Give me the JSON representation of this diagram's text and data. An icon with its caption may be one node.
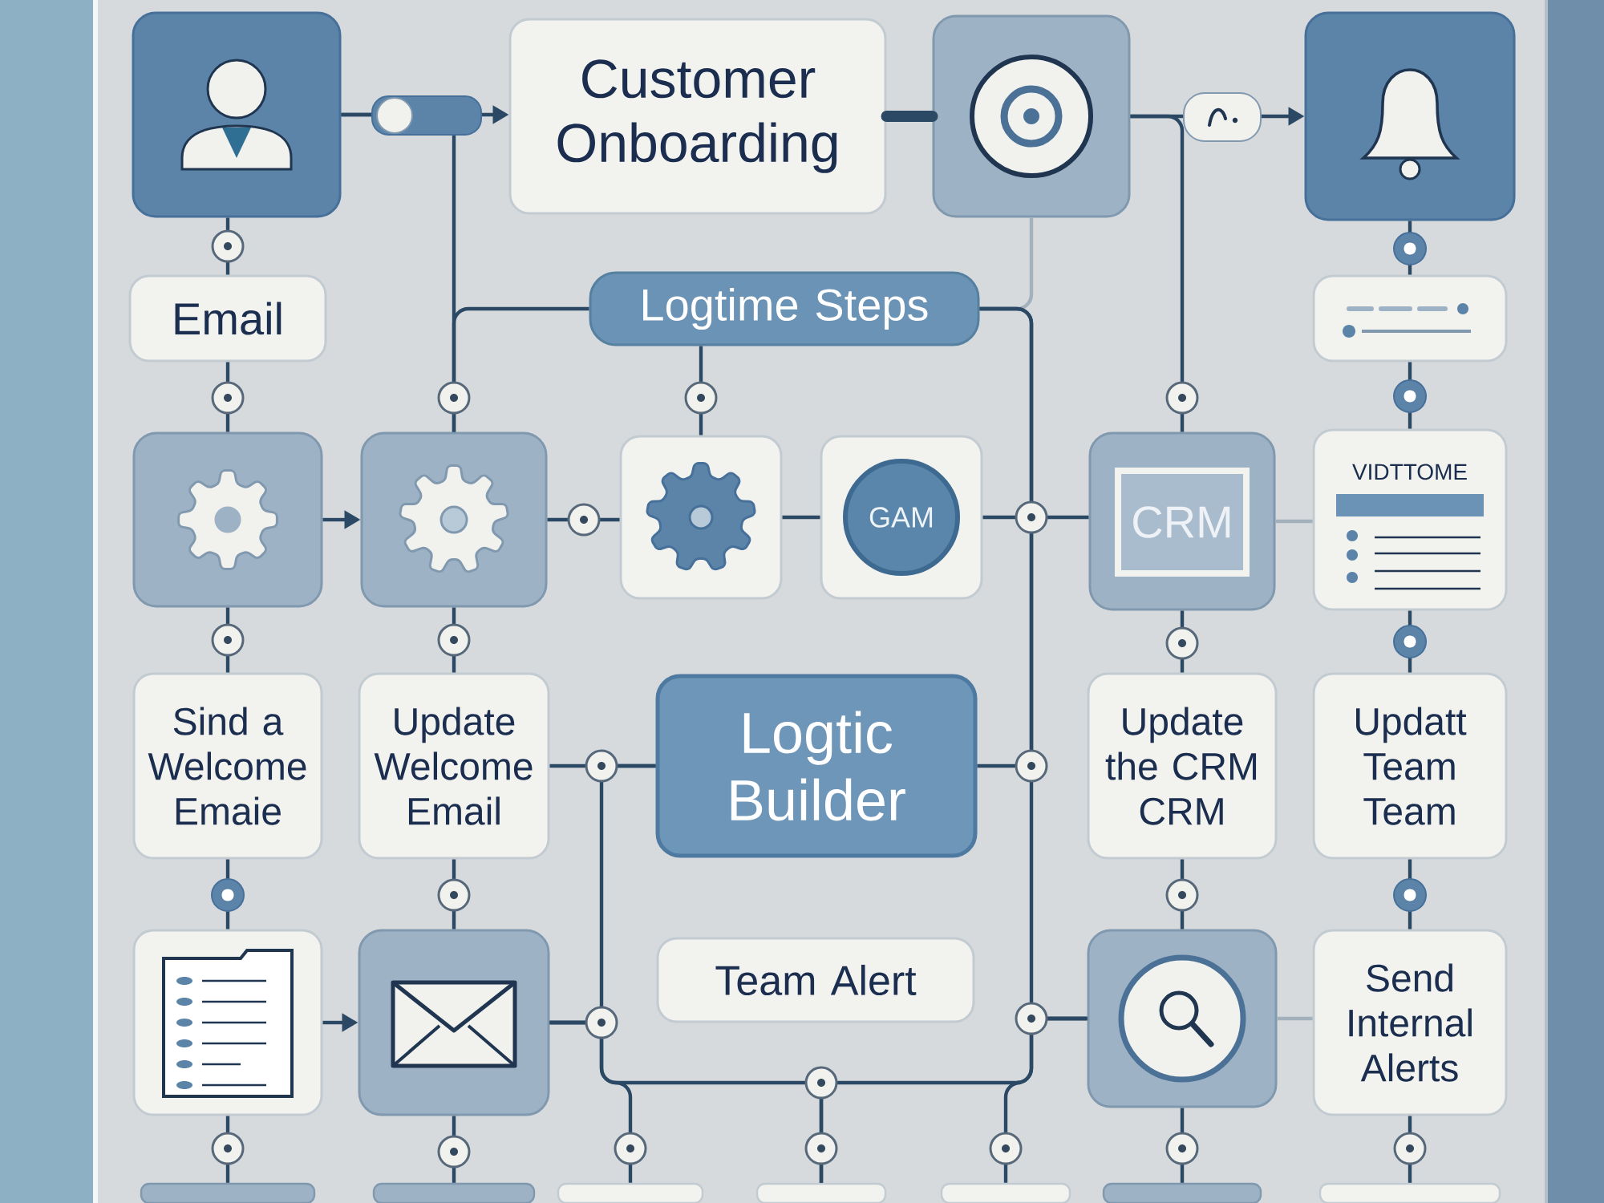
{
  "diagram": {
    "nodes": [
      {
        "text": [],
        "shape": "box"
      },
      {
        "text": [
          "Customer Onboarding"
        ]
      },
      {
        "text": [],
        "shape": "box"
      },
      {
        "text": [],
        "shape": "box"
      },
      {
        "text": [
          "Email"
        ]
      },
      {
        "text": [
          "Logtime Steps"
        ]
      },
      {
        "text": [],
        "shape": "box"
      },
      {
        "text": [],
        "shape": "box"
      },
      {
        "text": [],
        "shape": "box"
      },
      {
        "text": [],
        "shape": "box"
      },
      {
        "text": [],
        "shape": "box"
      },
      {
        "text": [
          "GAM"
        ],
        "in": 10
      },
      {
        "text": [],
        "shape": "box"
      },
      {
        "text": [
          "CRM"
        ],
        "in": 12
      },
      {
        "text": [
          "VIDTTOME"
        ]
      },
      {
        "text": [
          "Sind a Welcome Emaie"
        ]
      },
      {
        "text": [
          "Update Welcome Email"
        ]
      },
      {
        "text": [
          "Logtic Builder"
        ]
      },
      {
        "text": [
          "Update the CRM CRM"
        ]
      },
      {
        "text": [
          "Updatt Team Team"
        ]
      },
      {
        "text": [],
        "shape": "box"
      },
      {
        "text": [],
        "shape": "box"
      },
      {
        "text": [
          "Team Alert"
        ]
      },
      {
        "text": [],
        "shape": "box"
      },
      {
        "text": [
          "Send Internal Alerts"
        ]
      },
      {
        "text": [],
        "shape": "box"
      },
      {
        "text": [],
        "shape": "box"
      },
      {
        "text": [],
        "shape": "box"
      },
      {
        "text": [],
        "shape": "box"
      },
      {
        "text": [],
        "shape": "box"
      },
      {
        "text": [],
        "shape": "box"
      },
      {
        "text": [],
        "shape": "box"
      }
    ],
    "edges": [
      {
        "from": 0,
        "to": 1,
        "arrow": "to"
      },
      {
        "from": 1,
        "to": 2,
        "arrow": "none",
        "style": "thick"
      },
      {
        "from": 2,
        "to": 3,
        "arrow": "to"
      },
      {
        "from": 0,
        "to": 4,
        "arrow": "none"
      },
      {
        "from": 3,
        "to": 6,
        "arrow": "none"
      },
      {
        "from": 0,
        "to": 8,
        "arrow": "none"
      },
      {
        "from": 5,
        "to": 8,
        "arrow": "none"
      },
      {
        "from": 5,
        "to": 9,
        "arrow": "none"
      },
      {
        "from": 2,
        "to": 12,
        "arrow": "none"
      },
      {
        "from": 2,
        "to": 5,
        "arrow": "none",
        "color": "#a3b1bd"
      },
      {
        "from": 4,
        "to": 7,
        "arrow": "none"
      },
      {
        "from": 6,
        "to": 14,
        "arrow": "none"
      },
      {
        "from": 7,
        "to": 8,
        "arrow": "to"
      },
      {
        "from": 8,
        "to": 9,
        "arrow": "none"
      },
      {
        "from": 9,
        "to": 10,
        "arrow": "none"
      },
      {
        "from": 10,
        "to": 12,
        "arrow": "none"
      },
      {
        "from": 12,
        "to": 14,
        "arrow": "none",
        "color": "#a3b1bd"
      },
      {
        "from": 7,
        "to": 15,
        "arrow": "none"
      },
      {
        "from": 8,
        "to": 16,
        "arrow": "none"
      },
      {
        "from": 12,
        "to": 18,
        "arrow": "none"
      },
      {
        "from": 14,
        "to": 19,
        "arrow": "none"
      },
      {
        "from": 5,
        "to": 17,
        "arrow": "none"
      },
      {
        "from": 16,
        "to": 17,
        "arrow": "none"
      },
      {
        "from": 17,
        "to": 21,
        "arrow": "none"
      },
      {
        "from": 15,
        "to": 20,
        "arrow": "none"
      },
      {
        "from": 16,
        "to": 21,
        "arrow": "none"
      },
      {
        "from": 18,
        "to": 23,
        "arrow": "none"
      },
      {
        "from": 19,
        "to": 24,
        "arrow": "none"
      },
      {
        "from": 20,
        "to": 21,
        "arrow": "to"
      },
      {
        "from": 5,
        "to": 23,
        "arrow": "none"
      },
      {
        "from": 23,
        "to": 24,
        "arrow": "none",
        "color": "#a3b1bd"
      },
      {
        "from": 20,
        "to": 25,
        "arrow": "none"
      },
      {
        "from": 21,
        "to": 26,
        "arrow": "none"
      },
      {
        "from": 21,
        "to": 27,
        "arrow": "none"
      },
      {
        "from": 21,
        "to": 28,
        "arrow": "none"
      },
      {
        "from": 23,
        "to": 28,
        "arrow": "none"
      },
      {
        "from": 23,
        "to": 29,
        "arrow": "none"
      },
      {
        "from": 23,
        "to": 30,
        "arrow": "none"
      },
      {
        "from": 24,
        "to": 31,
        "arrow": "none"
      }
    ]
  }
}
